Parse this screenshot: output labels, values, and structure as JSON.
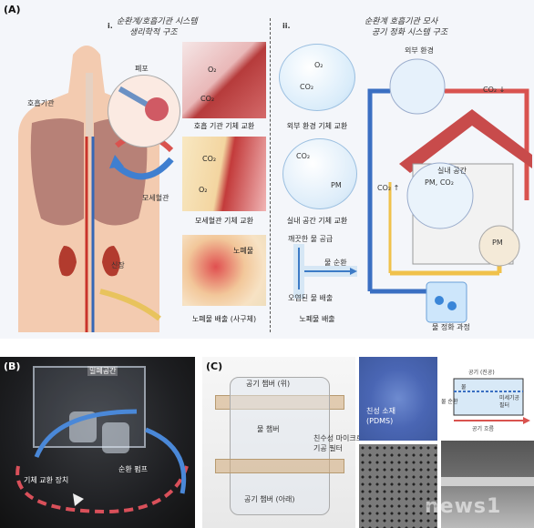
{
  "panelA": {
    "letter": "(A)",
    "sub_i": "i.",
    "sub_ii": "ii.",
    "title_i_line1": "순환계/호흡기관 시스템",
    "title_i_line2": "생리학적 구조",
    "title_ii_line1": "순환계 호흡기관 모사",
    "title_ii_line2": "공기 정화 시스템 구조",
    "labels": {
      "lung_lbl": "폐포",
      "resp_lbl": "호흡기관",
      "capillary_lbl": "모세혈관",
      "kidney_lbl": "신장",
      "urine_lbl": "노폐물",
      "exchange1": "호흡 기관 기체 교환",
      "exchange2": "모세혈관 기체 교환",
      "excretion1": "노폐물 배출 (사구체)",
      "outer_exchange": "외부 환경 기체 교환",
      "indoor_exchange": "실내 공간 기체 교환",
      "clean_water": "깨끗한 물 공급",
      "water_circ": "물 순환",
      "dirty_water": "오염된 물 배출",
      "excretion2": "노폐물 배출",
      "outer_env": "외부 환경",
      "indoor_space": "실내 공간",
      "water_purify": "물 정화 과정",
      "co2_down": "CO₂ ↓",
      "co2_up": "CO₂ ↑",
      "pm": "PM",
      "pm_co2": "PM, CO₂",
      "o2": "O₂",
      "co2": "CO₂"
    }
  },
  "panelB": {
    "letter": "(B)",
    "closed_space": "밀폐공간",
    "gas_device": "기체 교환 장치",
    "pump": "순환 펌프"
  },
  "panelC": {
    "letter": "(C)",
    "air_top": "공기 챔버 (위)",
    "water_chamber": "물 챔버",
    "air_bottom": "공기 챔버 (아래)",
    "filter_line1": "친수성 마이크로",
    "filter_line2": "기공 필터",
    "material_line1": "친성 소재",
    "material_line2": "(PDMS)",
    "diag_top": "공기 (진공)",
    "diag_mid": "물",
    "diag_side": "물 순환",
    "diag_bottom": "공기 흐름",
    "diag_right_line1": "미세기공",
    "diag_right_line2": "필터"
  },
  "watermark": "news1"
}
